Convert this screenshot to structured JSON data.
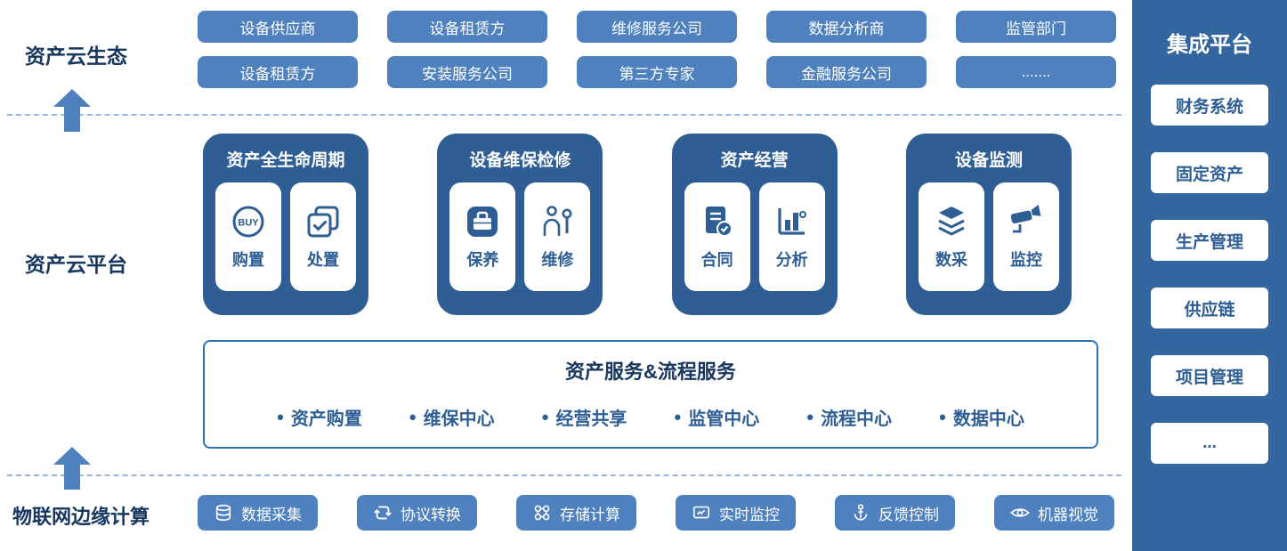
{
  "ecosystem": {
    "label": "资产云生态",
    "row1": [
      "设备供应商",
      "设备租赁方",
      "维修服务公司",
      "数据分析商",
      "监管部门"
    ],
    "row2": [
      "设备租赁方",
      "安装服务公司",
      "第三方专家",
      "金融服务公司",
      "......."
    ]
  },
  "platform": {
    "label": "资产云平台",
    "cards": [
      {
        "title": "资产全生命周期",
        "items": [
          {
            "label": "购置",
            "icon": "buy-icon"
          },
          {
            "label": "处置",
            "icon": "disposal-check-icon"
          }
        ]
      },
      {
        "title": "设备维保检修",
        "items": [
          {
            "label": "保养",
            "icon": "toolbox-icon"
          },
          {
            "label": "维修",
            "icon": "repair-person-icon"
          }
        ]
      },
      {
        "title": "资产经营",
        "items": [
          {
            "label": "合同",
            "icon": "contract-icon"
          },
          {
            "label": "分析",
            "icon": "analysis-chart-icon"
          }
        ]
      },
      {
        "title": "设备监测",
        "items": [
          {
            "label": "数采",
            "icon": "data-layers-icon"
          },
          {
            "label": "监控",
            "icon": "cctv-camera-icon"
          }
        ]
      }
    ],
    "services": {
      "title": "资产服务&流程服务",
      "items": [
        "资产购置",
        "维保中心",
        "经营共享",
        "监管中心",
        "流程中心",
        "数据中心"
      ]
    }
  },
  "edge": {
    "label": "物联网边缘计算",
    "items": [
      {
        "label": "数据采集",
        "icon": "database-icon"
      },
      {
        "label": "协议转换",
        "icon": "sync-arrows-icon"
      },
      {
        "label": "存储计算",
        "icon": "storage-nodes-icon"
      },
      {
        "label": "实时监控",
        "icon": "monitor-icon"
      },
      {
        "label": "反馈控制",
        "icon": "anchor-icon"
      },
      {
        "label": "机器视觉",
        "icon": "vision-eye-icon"
      }
    ]
  },
  "integration": {
    "title": "集成平台",
    "items": [
      "财务系统",
      "固定资产",
      "生产管理",
      "供应链",
      "项目管理",
      "..."
    ]
  },
  "colors": {
    "button_blue": "#4E81BD",
    "card_blue": "#2E5E93",
    "panel_blue": "#33669E",
    "heading_navy": "#17375E",
    "text_blue": "#2E5E93",
    "border_blue": "#2E74B5",
    "dash_blue": "#93B9DF"
  }
}
